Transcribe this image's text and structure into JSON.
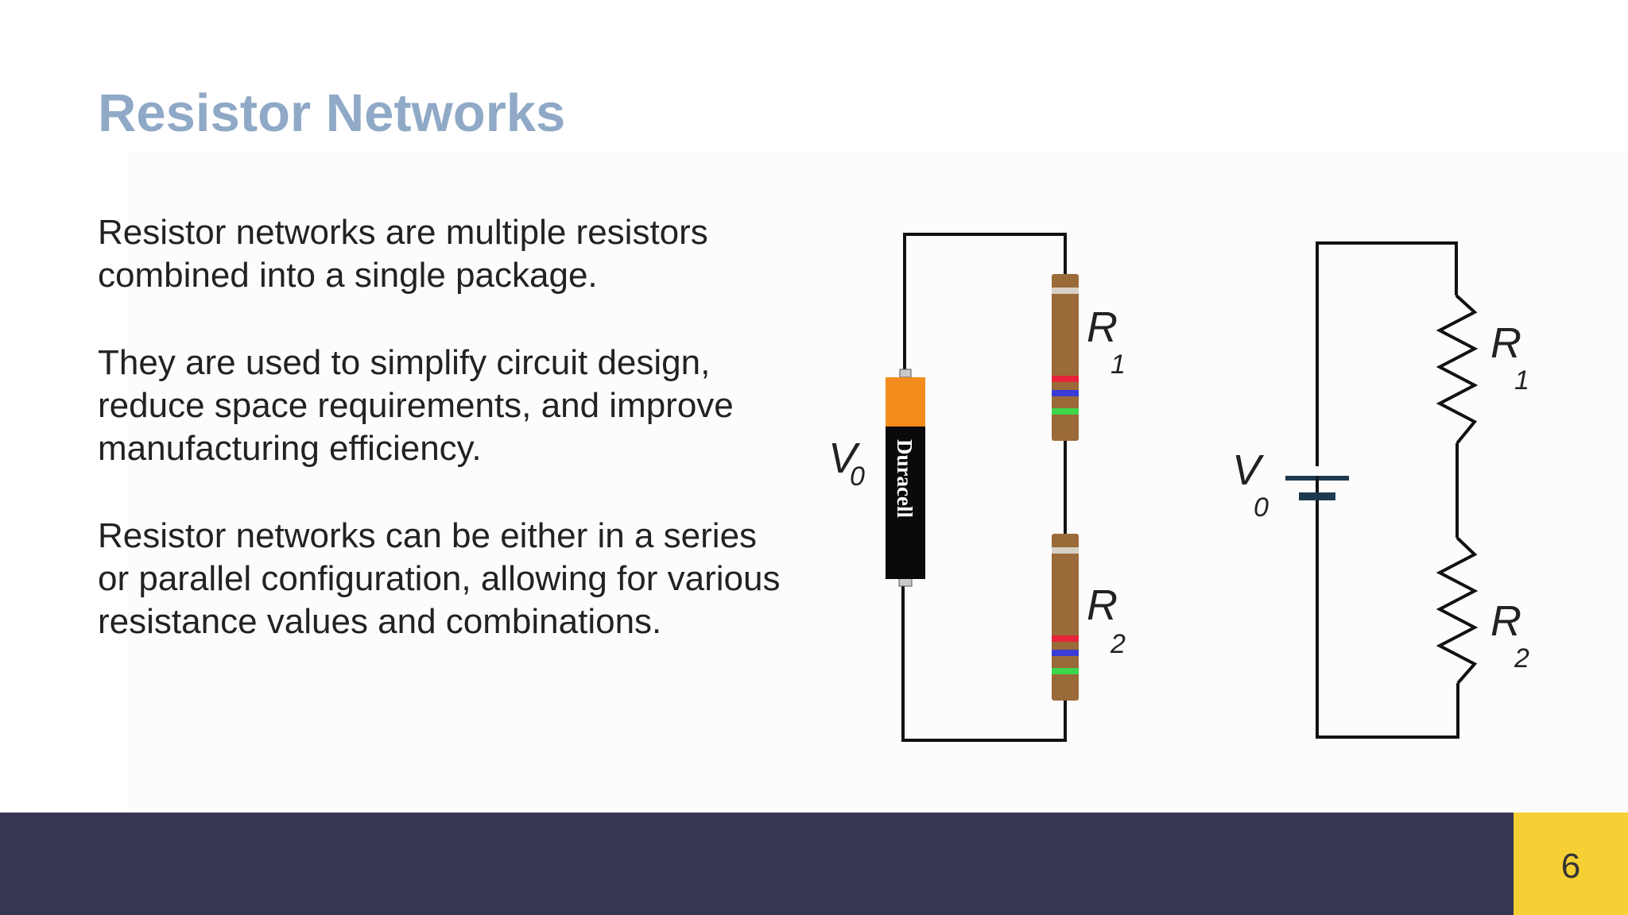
{
  "slide": {
    "title": "Resistor Networks",
    "paragraphs": [
      "Resistor networks are multiple resistors combined into a single package.",
      "They are used to simplify circuit design, reduce space requirements, and improve manufacturing efficiency.",
      "Resistor networks can be either in a series or parallel configuration, allowing for various resistance values and combinations."
    ],
    "page_number": "6"
  },
  "diagram": {
    "battery_brand": "Duracell",
    "pictorial": {
      "voltage_label": "V",
      "voltage_sub": "0",
      "r1_label": "R",
      "r1_sub": "1",
      "r2_label": "R",
      "r2_sub": "2"
    },
    "schematic": {
      "voltage_label": "V",
      "voltage_sub": "0",
      "r1_label": "R",
      "r1_sub": "1",
      "r2_label": "R",
      "r2_sub": "2"
    }
  },
  "colors": {
    "title": "#8fa9c7",
    "footer": "#363653",
    "page_box": "#f6cf34",
    "battery_top": "#f28c1c",
    "resistor_body": "#9a6a38"
  }
}
